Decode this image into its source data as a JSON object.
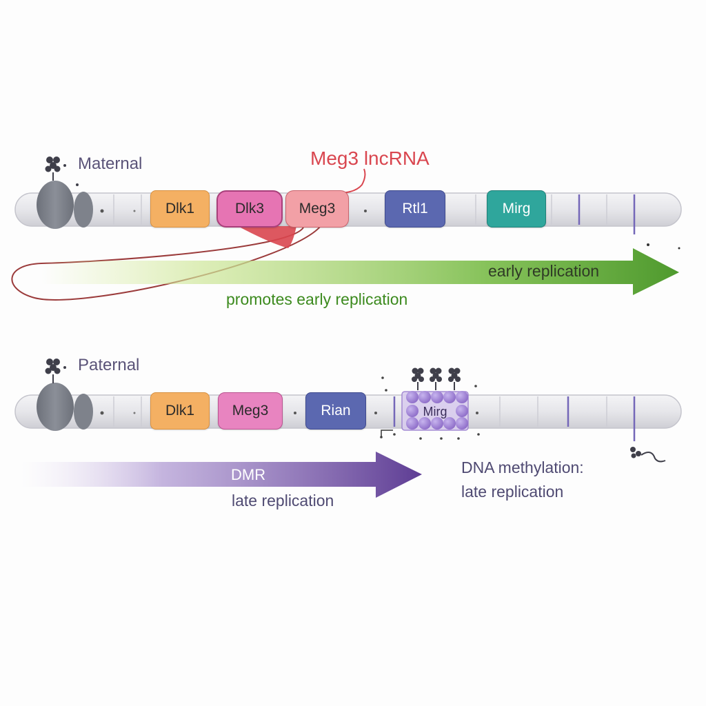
{
  "maternal": {
    "label": "Maternal",
    "genes": [
      "Dlk1",
      "Dlk3",
      "Meg3",
      "Rtl1",
      "Mirg"
    ],
    "lncrna_label": "Meg3 lncRNA",
    "arrow_label": "early replication",
    "effect_label": "promotes early replication"
  },
  "paternal": {
    "label": "Paternal",
    "genes": [
      "Dlk1",
      "Meg3",
      "Rian",
      "Mirg"
    ],
    "arrow_label": "DMR",
    "late_label": "late replication",
    "methylation_label_line1": "DNA methylation:",
    "methylation_label_line2": "late replication"
  },
  "colors": {
    "chromosome": "#e6e6ea",
    "centromere": "#7b7f88",
    "dlk1": "#f4b063",
    "dlk3": "#e674b3",
    "meg3_maternal": "#f2a0a6",
    "meg3_paternal": "#e884c0",
    "rtl1": "#5b68b0",
    "rian": "#5b68b0",
    "mirg_maternal": "#2fa69c",
    "early_arrow": "#5ea33a",
    "late_arrow": "#6e4a9e",
    "lncrna": "#d9464f",
    "methylation": "#9b7fd0"
  }
}
